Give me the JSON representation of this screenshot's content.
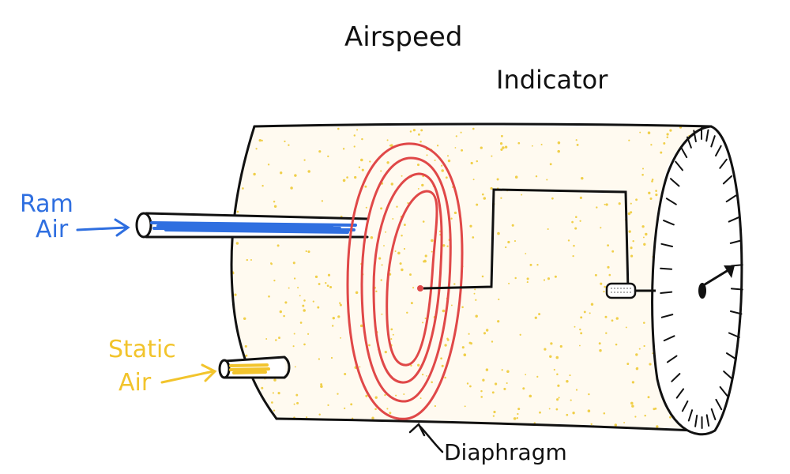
{
  "title": {
    "line1": "Airspeed",
    "line2": "Indicator"
  },
  "labels": {
    "ram_line1": "Ram",
    "ram_line2": "Air",
    "static_line1": "Static",
    "static_line2": "Air",
    "diaphragm": "Diaphragm"
  },
  "colors": {
    "ink": "#111111",
    "ram": "#2f6fe0",
    "static": "#f2c42c",
    "diaphragm": "#e04848",
    "fill": "#fffaf0",
    "dots": "#f0cf4a"
  }
}
